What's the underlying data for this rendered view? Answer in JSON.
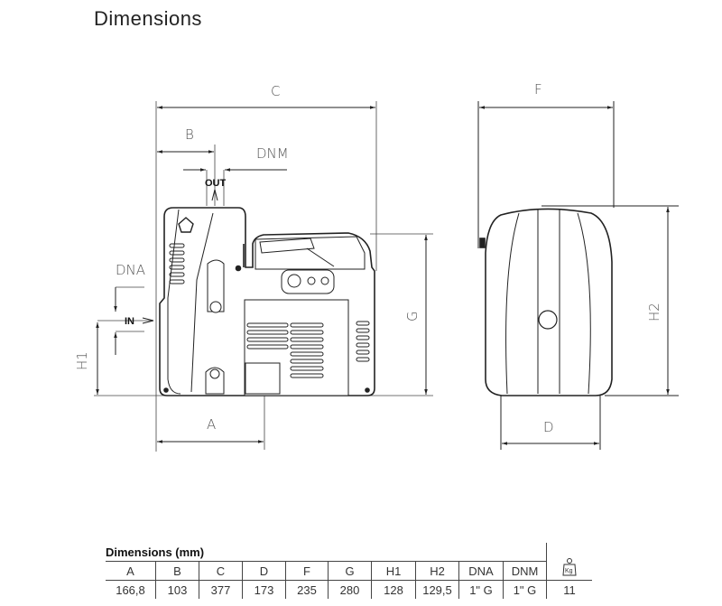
{
  "title": "Dimensions",
  "drawing": {
    "labels": {
      "C": "C",
      "B": "B",
      "DNM": "DNM",
      "OUT": "OUT",
      "DNA": "DNA",
      "IN": "IN",
      "H1": "H1",
      "G": "G",
      "A": "A",
      "F": "F",
      "H2": "H2",
      "D": "D"
    }
  },
  "table": {
    "caption": "Dimensions (mm)",
    "headers": [
      "A",
      "B",
      "C",
      "D",
      "F",
      "G",
      "H1",
      "H2",
      "DNA",
      "DNM"
    ],
    "values": [
      "166,8",
      "103",
      "377",
      "173",
      "235",
      "280",
      "128",
      "129,5",
      "1\" G",
      "1\" G"
    ],
    "weight_icon": "weight-kg-icon",
    "weight_icon_text": "Kg",
    "weight": "11"
  }
}
